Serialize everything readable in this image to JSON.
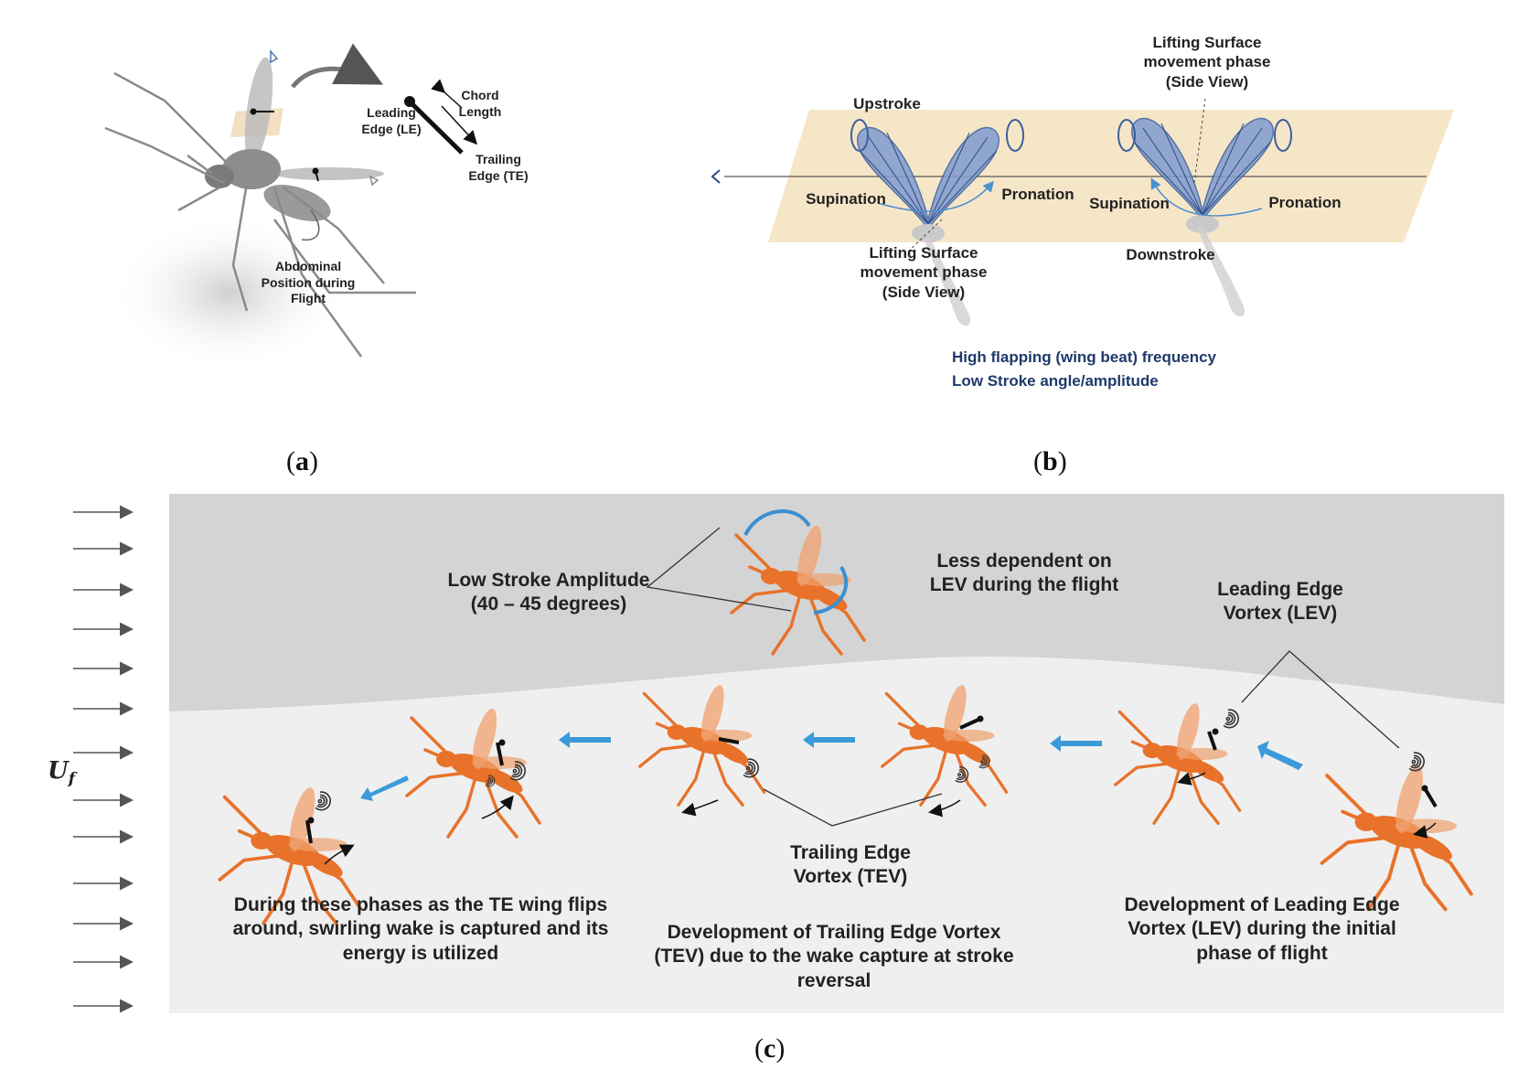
{
  "panel_a": {
    "caption_letter": "a",
    "chord_length": "Chord\nLength",
    "leading_edge": "Leading\nEdge (LE)",
    "trailing_edge": "Trailing\nEdge (TE)",
    "abdominal": "Abdominal\nPosition during\nFlight"
  },
  "panel_b": {
    "caption_letter": "b",
    "lifting_surface_top": "Lifting Surface\nmovement phase\n(Side View)",
    "upstroke": "Upstroke",
    "supination_left": "Supination",
    "pronation_left": "Pronation",
    "supination_right": "Supination",
    "pronation_right": "Pronation",
    "lifting_surface_bottom": "Lifting Surface\nmovement phase\n(Side View)",
    "downstroke": "Downstroke",
    "note_line1": "High flapping (wing beat) frequency",
    "note_line2": "Low Stroke angle/amplitude"
  },
  "panel_c": {
    "caption_letter": "c",
    "flow_symbol": "U",
    "flow_subscript": "f",
    "low_stroke": "Low Stroke Amplitude\n(40 – 45 degrees)",
    "less_dependent": "Less dependent on\nLEV during the flight",
    "lev_label": "Leading Edge\nVortex (LEV)",
    "tev_label": "Trailing Edge\nVortex (TEV)",
    "desc_left": "During these phases as the TE wing flips\naround, swirling wake is captured and its\nenergy is utilized",
    "desc_middle": "Development of Trailing Edge Vortex\n(TEV) due to the wake capture at stroke\nreversal",
    "desc_right": "Development of Leading Edge\nVortex (LEV) during the initial\nphase of flight"
  },
  "colors": {
    "insect_orange": "#e8722a",
    "arrow_blue": "#3b9ad9",
    "wing_blue": "#3d5f9e",
    "plane_beige": "#f6e6c8",
    "upper_gray": "#d4d4d4",
    "lower_gray": "#efefef",
    "note_navy": "#1f3a6b"
  }
}
